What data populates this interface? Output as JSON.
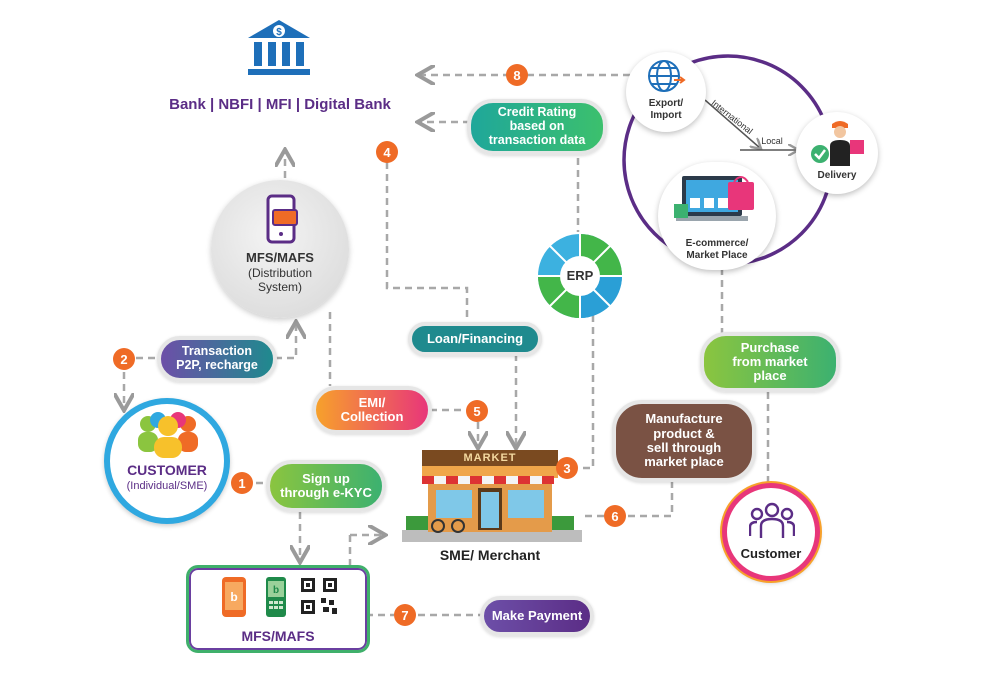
{
  "bank": {
    "title": "Bank | NBFI | MFI | Digital Bank"
  },
  "mfs_circle": {
    "title": "MFS/MAFS",
    "subtitle_line1": "(Distribution",
    "subtitle_line2": "System)"
  },
  "credit_rating": {
    "line1": "Credit Rating",
    "line2": "based on",
    "line3": "transaction data"
  },
  "erp": {
    "label": "ERP"
  },
  "loan": {
    "label": "Loan/Financing"
  },
  "transaction": {
    "line1": "Transaction",
    "line2": "P2P, recharge"
  },
  "emi": {
    "line1": "EMI/",
    "line2": "Collection"
  },
  "customer_left": {
    "title": "CUSTOMER",
    "subtitle": "(Individual/SME)"
  },
  "signup": {
    "line1": "Sign up",
    "line2": "through e-KYC"
  },
  "market": {
    "sign": "MARKET",
    "caption": "SME/ Merchant"
  },
  "mfs_box": {
    "title": "MFS/MAFS"
  },
  "make_payment": {
    "label": "Make Payment"
  },
  "manufacture": {
    "line1": "Manufacture",
    "line2": "product &",
    "line3": "sell through",
    "line4": "market place"
  },
  "purchase": {
    "line1": "Purchase",
    "line2": "from market",
    "line3": "place"
  },
  "customer_right": {
    "title": "Customer"
  },
  "export": {
    "line1": "Export/",
    "line2": "Import"
  },
  "delivery": {
    "label": "Delivery"
  },
  "ecommerce": {
    "line1": "E-commerce/",
    "line2": "Market Place"
  },
  "flow": {
    "international": "International",
    "local": "Local"
  },
  "steps": [
    "1",
    "2",
    "3",
    "4",
    "5",
    "6",
    "7",
    "8"
  ],
  "colors": {
    "purple": "#5b2d86",
    "teal": "#1f8a8e",
    "orange": "#ef6b26",
    "blue": "#1e6fb9"
  },
  "icons": [
    "bank-icon",
    "phone-wallet-icon",
    "people-group-icon",
    "mobile-phone-icon",
    "qr-code-icon",
    "globe-icon",
    "delivery-person-icon",
    "laptop-cart-icon",
    "market-store-icon",
    "customer-people-icon"
  ]
}
